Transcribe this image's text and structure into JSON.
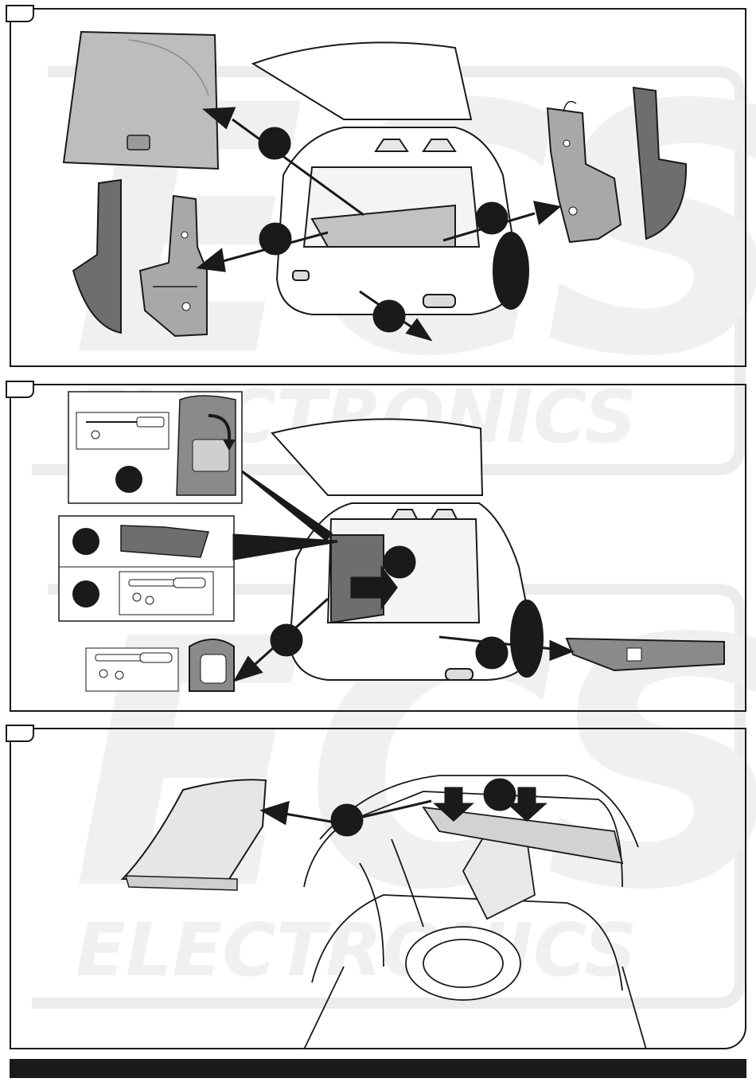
{
  "document": {
    "title": "",
    "panels": [
      {
        "id": "step-1",
        "number": "",
        "callouts": [
          "",
          "",
          "",
          ""
        ]
      },
      {
        "id": "step-2",
        "number": "",
        "callouts": [
          "",
          "",
          "",
          "",
          "",
          ""
        ]
      },
      {
        "id": "step-3",
        "number": "",
        "callouts": [
          "",
          ""
        ]
      }
    ],
    "watermark": {
      "brand_mark": "ECS",
      "text": "ELECTRONICS"
    }
  },
  "colors": {
    "line": "#1a1a1a",
    "part_fill": "#b5b5b5",
    "part_dark": "#6e6e6e",
    "callout": "#1a1a1a",
    "watermark": "#efefef"
  }
}
